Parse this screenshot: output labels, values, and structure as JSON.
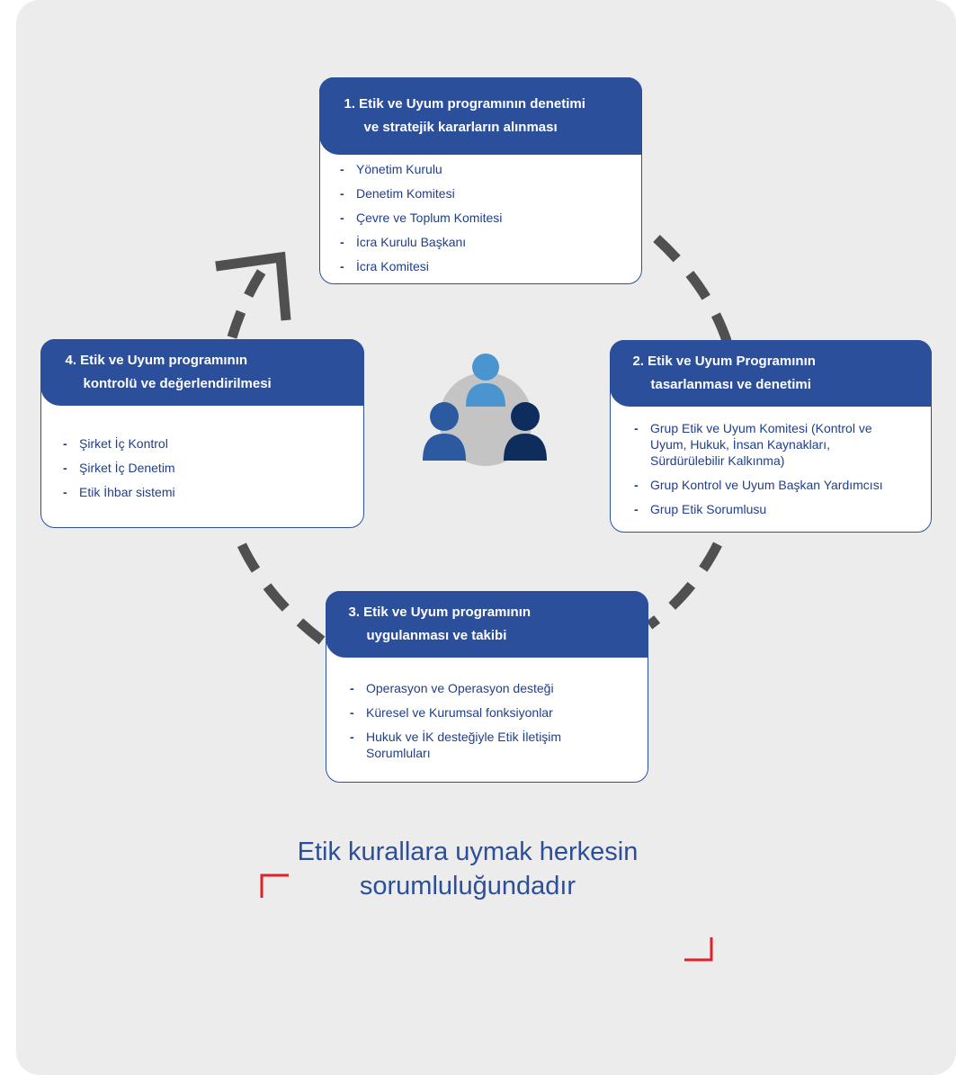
{
  "steps": [
    {
      "title_line1": "1. Etik ve Uyum programının denetimi",
      "title_line2": "ve stratejik kararların alınması",
      "items": [
        "Yönetim Kurulu",
        "Denetim Komitesi",
        "Çevre ve Toplum Komitesi",
        "İcra Kurulu Başkanı",
        "İcra Komitesi"
      ]
    },
    {
      "title_line1": "2. Etik ve Uyum Programının",
      "title_line2": "tasarlanması ve denetimi",
      "items": [
        "Grup Etik ve Uyum Komitesi (Kontrol ve Uyum, Hukuk, İnsan Kaynakları, Sürdürülebilir Kalkınma)",
        "Grup Kontrol ve Uyum Başkan Yardımcısı",
        "Grup Etik Sorumlusu"
      ]
    },
    {
      "title_line1": "3. Etik ve Uyum programının",
      "title_line2": "uygulanması ve takibi",
      "items": [
        "Operasyon ve Operasyon desteği",
        "Küresel ve Kurumsal fonksiyonlar",
        "Hukuk ve İK desteğiyle Etik İletişim Sorumluları"
      ]
    },
    {
      "title_line1": "4. Etik ve Uyum programının",
      "title_line2": "kontrolü ve değerlendirilmesi",
      "items": [
        "Şirket İç Kontrol",
        "Şirket İç Denetim",
        "Etik İhbar sistemi"
      ]
    }
  ],
  "tagline": {
    "line1": "Etik kurallara uymak herkesin",
    "line2": "sorumluluğundadır"
  },
  "colors": {
    "panel_bg": "#ececec",
    "box_header": "#2c4f9c",
    "item_text": "#1f3f8a",
    "arrow": "#505050",
    "bracket": "#e0202a",
    "person_top": "#4a94d0",
    "person_left": "#2c5aa0",
    "person_right": "#0f2d5c",
    "people_circle": "#c4c4c4"
  },
  "icons": [
    "people-group-icon",
    "cycle-arrow-icon"
  ]
}
